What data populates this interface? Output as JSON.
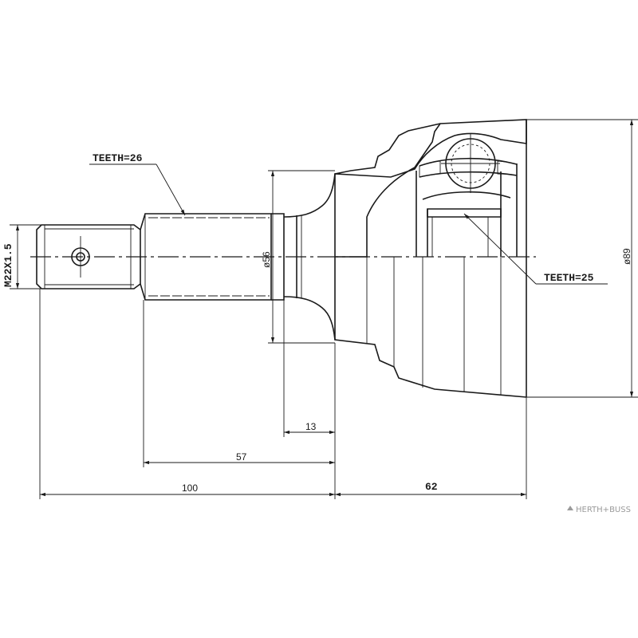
{
  "labels": {
    "teeth_outer": "TEETH=26",
    "teeth_inner": "TEETH=25",
    "thread": "M22X1.5",
    "dia_56": "ø56",
    "dia_89": "ø89",
    "len_13": "13",
    "len_57": "57",
    "len_100": "100",
    "len_62": "62"
  },
  "watermark": "HERTH+BUSS"
}
